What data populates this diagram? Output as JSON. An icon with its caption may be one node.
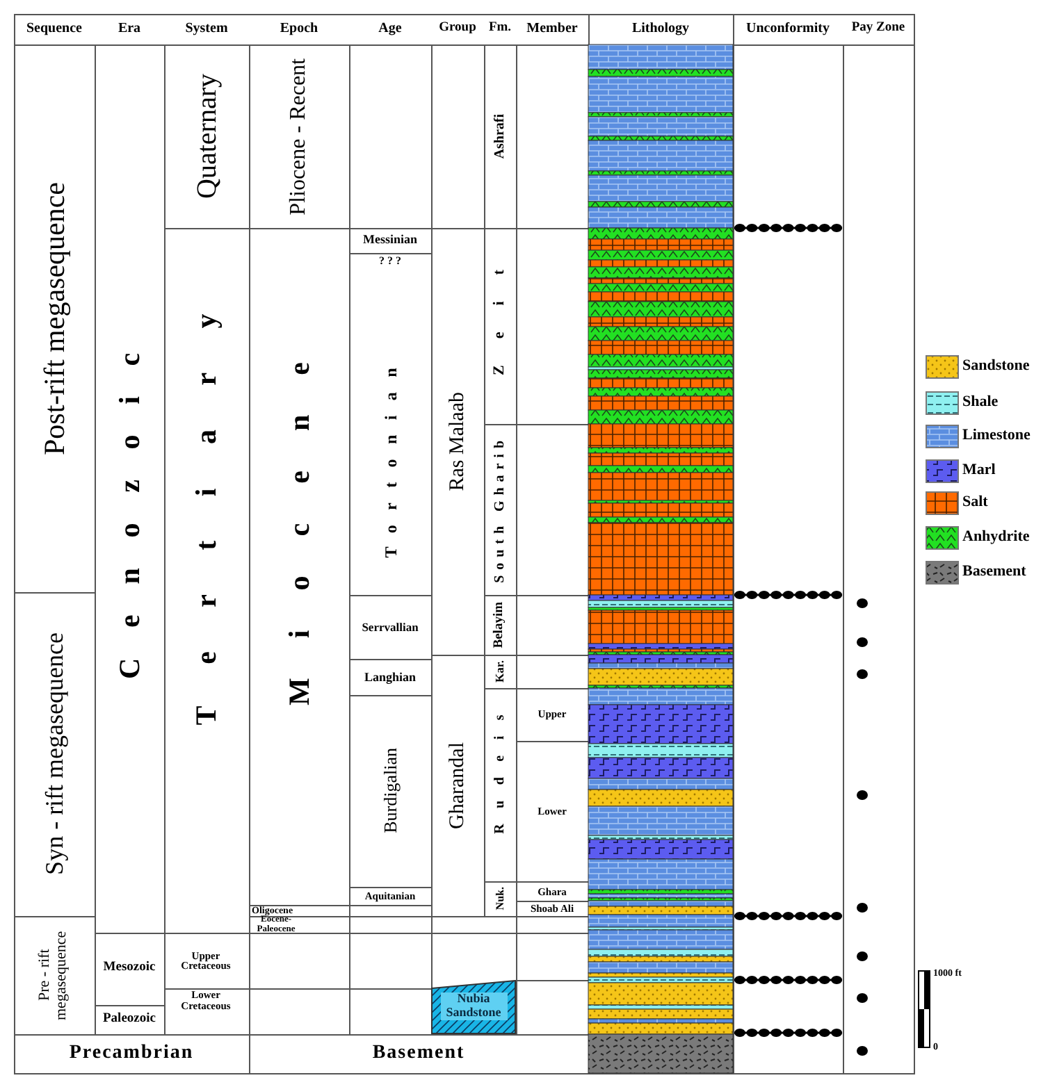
{
  "diagram": {
    "nodes": [
      {
        "text": [
          "Nubia Sandstone"
        ]
      }
    ],
    "labels": [
      "Sequence",
      "Era",
      "System",
      "Epoch",
      "Age",
      "Group",
      "Fm.",
      "Member",
      "Lithology",
      "Unconformity",
      "Pay Zone",
      "Post-rift megasequence",
      "Cenozoic",
      "Quaternary",
      "Pliocene - Recent",
      "Ashrafi",
      "Messinian",
      "? ? ?",
      "Tertiary",
      "Miocene",
      "Tortonian",
      "Ras Malaab",
      "Zeit",
      "South Gharib",
      "Syn - rift megasequence",
      "Serrvallian",
      "Belayim",
      "Langhian",
      "Kar.",
      "Burdigalian",
      "Gharandal",
      "Rudeis",
      "Upper",
      "Lower",
      "Aquitanian",
      "Nuk.",
      "Ghara",
      "Oligocene",
      "Shoab Ali",
      "Eocene- Paleocene",
      "Pre - rift megasequence",
      "Mesozoic",
      "Upper Cretaceous",
      "Lower Cretaceous",
      "Paleozoic",
      "Precambrian",
      "Basement",
      "1000 ft",
      "0"
    ],
    "legend": [
      {
        "text": "Sandstone",
        "color": "#f5c518"
      },
      {
        "text": "Shale",
        "color": "#8ff0f0"
      },
      {
        "text": "Limestone",
        "color": "#5b8ee0"
      },
      {
        "text": "Marl",
        "color": "#5c5cf0"
      },
      {
        "text": "Salt",
        "color": "#ff6a00"
      },
      {
        "text": "Anhydrite",
        "color": "#22e022"
      },
      {
        "text": "Basement",
        "color": "#7a7a7a"
      }
    ]
  }
}
